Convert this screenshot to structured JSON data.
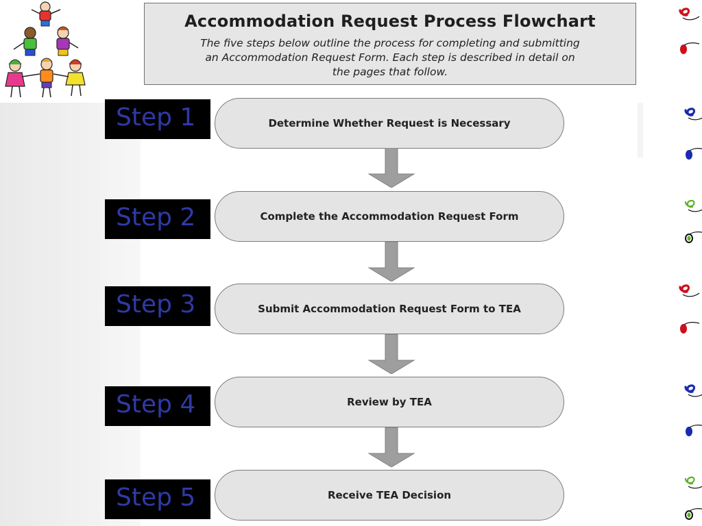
{
  "header": {
    "title": "Accommodation Request Process Flowchart",
    "description": "The five steps below outline the process for completing and submitting an Accommodation Request Form. Each step is described in detail on the pages that follow."
  },
  "steps": [
    {
      "label": "Step 1",
      "text": "Determine Whether Request is Necessary"
    },
    {
      "label": "Step 2",
      "text": "Complete the Accommodation Request Form"
    },
    {
      "label": "Step 3",
      "text": "Submit Accommodation Request Form to TEA"
    },
    {
      "label": "Step 4",
      "text": "Review by TEA"
    },
    {
      "label": "Step 5",
      "text": "Receive TEA Decision"
    }
  ],
  "colors": {
    "step_label_bg": "#000000",
    "step_label_text": "#2f3aa6",
    "pill_fill": "#e4e4e4",
    "arrow_fill": "#9e9e9e",
    "swirl_red": "#d10f1c",
    "swirl_blue": "#1a2bb0",
    "swirl_green": "#5db32a"
  },
  "icons": {
    "logo": "children-pyramid-clipart",
    "arrow": "down-arrow-icon",
    "decoration": "swirl-icon"
  }
}
